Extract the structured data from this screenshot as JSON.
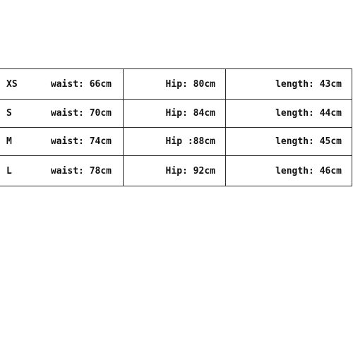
{
  "size_chart": {
    "rows": [
      {
        "size": "XS",
        "waist": "waist: 66cm",
        "hip": "Hip: 80cm",
        "length": "length: 43cm"
      },
      {
        "size": "S",
        "waist": "waist: 70cm",
        "hip": "Hip: 84cm",
        "length": "length: 44cm"
      },
      {
        "size": "M",
        "waist": "waist: 74cm",
        "hip": "Hip :88cm",
        "length": "length: 45cm"
      },
      {
        "size": "L",
        "waist": "waist: 78cm",
        "hip": "Hip: 92cm",
        "length": "length: 46cm"
      }
    ]
  },
  "colors": {
    "background": "#ffffff",
    "text": "#111111",
    "border": "#2a2a2a"
  }
}
